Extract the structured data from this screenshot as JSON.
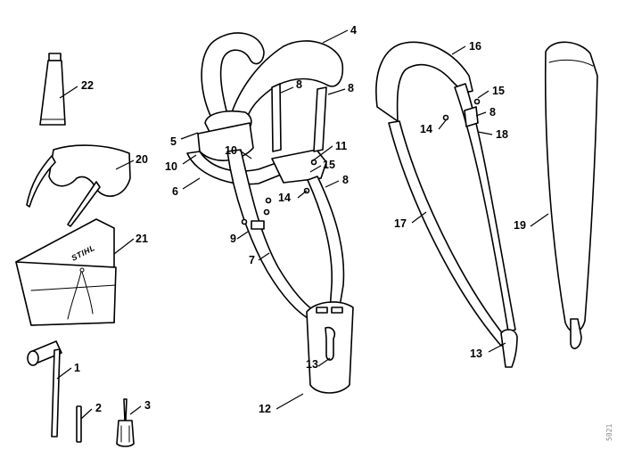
{
  "brand": "STIHL",
  "corner_mark": "5021",
  "callouts": [
    "1",
    "2",
    "3",
    "4",
    "5",
    "6",
    "7",
    "8",
    "9",
    "10",
    "11",
    "12",
    "13",
    "14",
    "15",
    "16",
    "17",
    "18",
    "19",
    "20",
    "21",
    "22"
  ]
}
